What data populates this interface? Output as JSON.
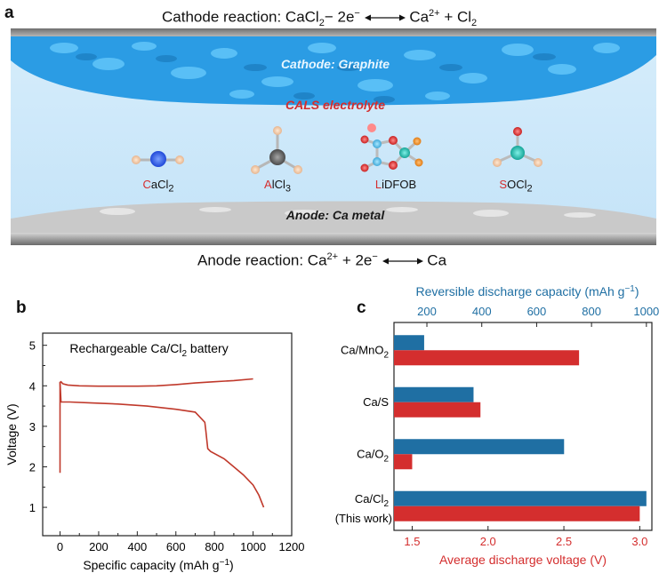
{
  "panel_a": {
    "letter": "a",
    "cathode_reaction": {
      "prefix": "Cathode reaction: CaCl",
      "sub1": "2",
      "mid": "− 2e",
      "sup1": "−",
      "product_ca": "Ca",
      "sup2": "2+",
      "tail": " + Cl",
      "sub2": "2"
    },
    "cathode_label": "Cathode: Graphite",
    "electrolyte_label": "CALS electrolyte",
    "molecules": [
      {
        "first": "C",
        "rest": "aCl",
        "sub": "2"
      },
      {
        "first": "A",
        "rest": "lCl",
        "sub": "3"
      },
      {
        "first": "L",
        "rest": "iDFOB",
        "sub": ""
      },
      {
        "first": "S",
        "rest": "OCl",
        "sub": "2"
      }
    ],
    "anode_label": "Anode: Ca metal",
    "anode_reaction": {
      "prefix": "Anode reaction: Ca",
      "sup1": "2+",
      "mid": " + 2e",
      "sup2": "−",
      "product": "Ca"
    },
    "colors": {
      "graphite": "#2ea3e8",
      "electrolyte": "#cde9fb",
      "accent_red": "#d42e2e",
      "plate": "#8a8a8a"
    }
  },
  "panel_b": {
    "letter": "b",
    "chart_data": {
      "type": "line",
      "annotation": {
        "text": "Rechargeable Ca/Cl",
        "sub": "2",
        "tail": " battery"
      },
      "xlabel": {
        "text": "Specific capacity (mAh g",
        "sup": "−1",
        "tail": ")"
      },
      "ylabel": "Voltage (V)",
      "xlim": [
        -90,
        1200
      ],
      "ylim": [
        0.3,
        5.3
      ],
      "xticks": [
        0,
        200,
        400,
        600,
        800,
        1000,
        1200
      ],
      "xtick_labels": [
        "0",
        "200",
        "400",
        "600",
        "800",
        "1000",
        "1200"
      ],
      "yticks": [
        1,
        2,
        3,
        4,
        5
      ],
      "ytick_labels": [
        "1",
        "2",
        "3",
        "4",
        "5"
      ],
      "color": "#c0392b",
      "series": [
        {
          "x": [
            0,
            0,
            5,
            15,
            40,
            100,
            200,
            300,
            400,
            500,
            600,
            700,
            800,
            900,
            1000
          ],
          "y": [
            1.85,
            4.08,
            4.1,
            4.05,
            4.02,
            4.0,
            3.99,
            3.99,
            3.99,
            4.0,
            4.03,
            4.07,
            4.1,
            4.13,
            4.17
          ]
        },
        {
          "x": [
            0,
            5,
            50,
            150,
            300,
            450,
            600,
            700,
            750,
            755,
            765,
            780,
            850,
            900,
            950,
            1000,
            1030,
            1055
          ],
          "y": [
            4.1,
            3.6,
            3.6,
            3.58,
            3.55,
            3.5,
            3.42,
            3.35,
            3.1,
            2.9,
            2.45,
            2.38,
            2.2,
            2.0,
            1.8,
            1.55,
            1.3,
            1.0
          ]
        }
      ]
    }
  },
  "panel_c": {
    "letter": "c",
    "chart_data": {
      "type": "bar",
      "orientation": "horizontal",
      "top_axis_label": {
        "text": "Reversible discharge capacity (mAh g",
        "sup": "−1",
        "tail": ")"
      },
      "bottom_axis_label": "Average discharge voltage (V)",
      "top_xlim": [
        80,
        1020
      ],
      "bottom_xlim": [
        1.38,
        3.08
      ],
      "top_ticks": [
        200,
        400,
        600,
        800,
        1000
      ],
      "top_tick_labels": [
        "200",
        "400",
        "600",
        "800",
        "1000"
      ],
      "bottom_ticks": [
        1.5,
        2.0,
        2.5,
        3.0
      ],
      "bottom_tick_labels": [
        "1.5",
        "2.0",
        "2.5",
        "3.0"
      ],
      "categories": [
        {
          "main": "Ca/MnO",
          "sub": "2",
          "line2": ""
        },
        {
          "main": "Ca/S",
          "sub": "",
          "line2": ""
        },
        {
          "main": "Ca/O",
          "sub": "2",
          "line2": ""
        },
        {
          "main": "Ca/Cl",
          "sub": "2",
          "line2": "(This work)"
        }
      ],
      "series": [
        {
          "values": [
            190,
            370,
            700,
            1000
          ],
          "color": "#1f6fa3"
        },
        {
          "values": [
            2.6,
            1.95,
            1.5,
            3.0
          ],
          "color": "#d42e2e"
        }
      ],
      "top_axis_color": "#1f6fa3",
      "bottom_axis_color": "#d42e2e"
    }
  }
}
